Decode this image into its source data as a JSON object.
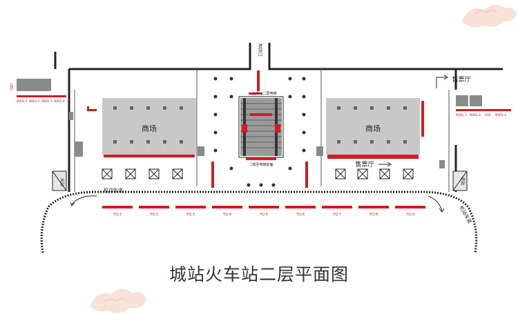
{
  "diagram": {
    "title": "城站火车站二层平面图",
    "entrance_vertical": "进站口",
    "malls": [
      {
        "label": "商场",
        "side": "left"
      },
      {
        "label": "商场",
        "side": "right"
      }
    ],
    "ticket_hall_top": "售票厅",
    "ticket_hall_bottom": "售票厅",
    "motorway_left": "机动车道",
    "motorway_right": "机动车道",
    "left_box_label": "出站",
    "right_box_label": "进站",
    "escalator_label": "上下一二层电梯",
    "escalator_bottom_label": "二楼至电梯前面",
    "led_left": "LED",
    "bwq_labels": [
      "BWQ-1",
      "BWQ-2",
      "BWQ-3",
      "BWQ-4"
    ],
    "nwq_labels": [
      "NWQ-1",
      "NWQ-2",
      "LED",
      "NWQ-4"
    ],
    "yq_labels": [
      "YQ-1",
      "YQ-2",
      "YQ-3",
      "YQ-4",
      "YQ-5",
      "YQ-6",
      "YQ-7",
      "YQ-8",
      "YQ-9"
    ],
    "colors": {
      "accent_red": "#d71920",
      "mall_gray": "#c8c8c8",
      "dark_gray": "#8a8a8a",
      "wall": "#222222"
    }
  }
}
